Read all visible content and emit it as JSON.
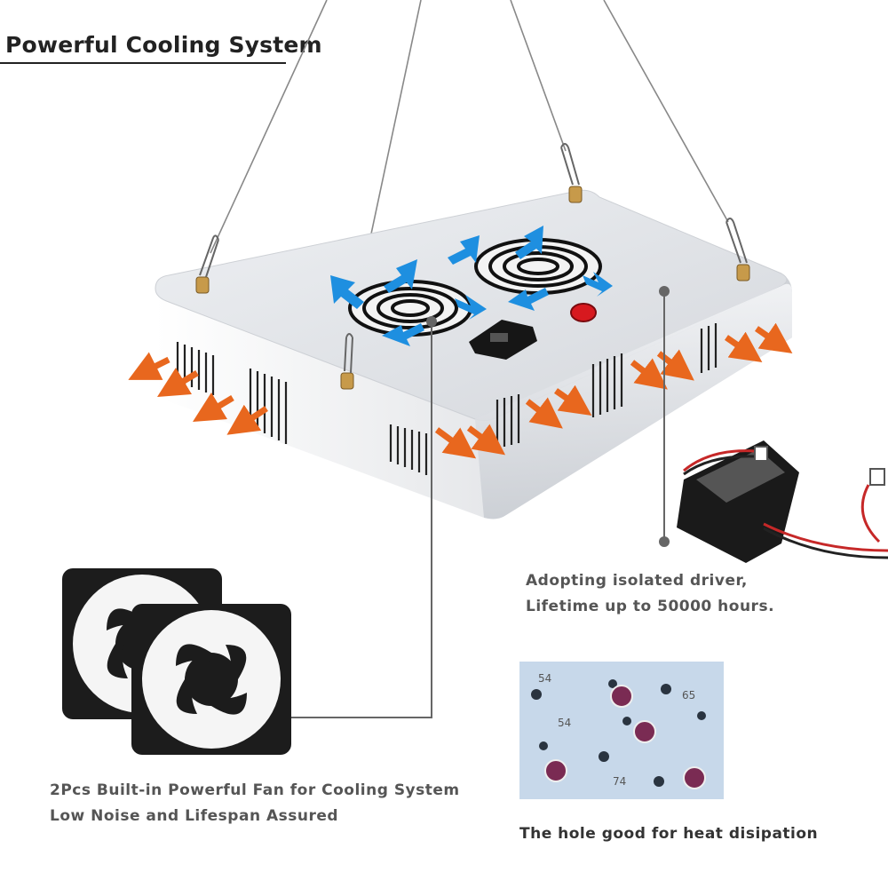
{
  "title": "Powerful Cooling System",
  "captions": {
    "driver_line1": "Adopting isolated driver,",
    "driver_line2": "Lifetime up to 50000 hours.",
    "fan_line1": "2Pcs Built-in Powerful Fan for Cooling System",
    "fan_line2": "Low Noise and Lifespan Assured",
    "hole": "The hole good for heat disipation"
  },
  "pcb_labels": [
    "54",
    "65",
    "54",
    "74"
  ],
  "colors": {
    "housing": "#e6e8ec",
    "airflow_out": "#e8671e",
    "airflow_in": "#1e8fe0",
    "switch": "#d7191f",
    "callout": "#666666"
  }
}
